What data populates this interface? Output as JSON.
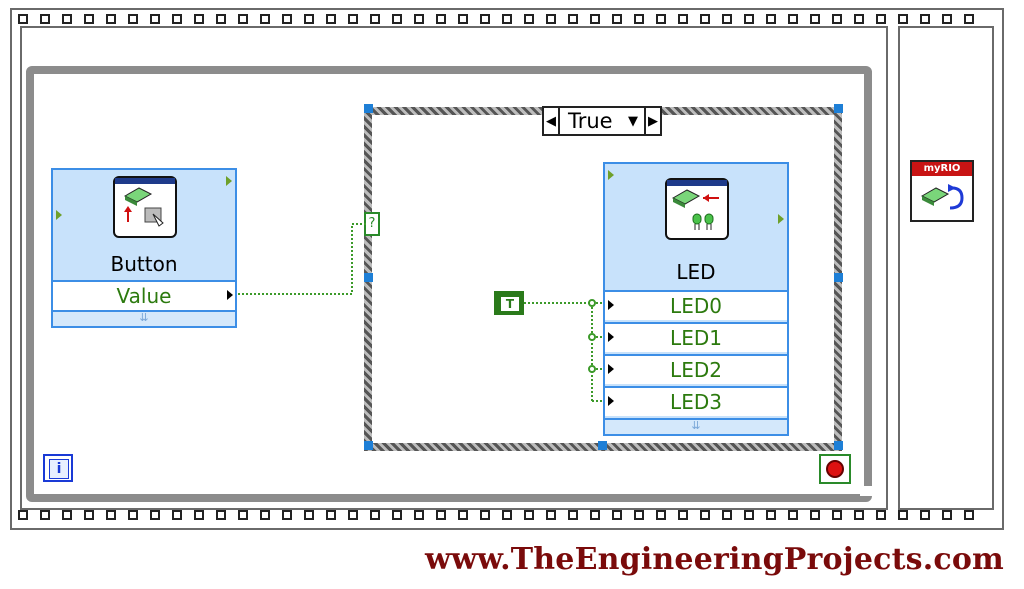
{
  "case_selector": {
    "value": "True",
    "left_arrow": "◀",
    "dropdown_arrow": "▼",
    "right_arrow": "▶"
  },
  "button_vi": {
    "title": "Button",
    "output": "Value",
    "expand_glyph": "⇊"
  },
  "led_vi": {
    "title": "LED",
    "inputs": [
      "LED0",
      "LED1",
      "LED2",
      "LED3"
    ],
    "expand_glyph": "⇊"
  },
  "true_constant": {
    "label": "T"
  },
  "selector_terminal": {
    "label": "?"
  },
  "iteration_terminal": {
    "label": "i"
  },
  "myrio_vi": {
    "label": "myRIO"
  },
  "website": {
    "text": "www.TheEngineeringProjects.com"
  },
  "colors": {
    "wire_green": "#3c9a2a",
    "vi_blue": "#3c8ee6",
    "vi_fill": "#c8e2fb",
    "brand_red": "#7a0b0b",
    "stop_red": "#dd1111"
  }
}
